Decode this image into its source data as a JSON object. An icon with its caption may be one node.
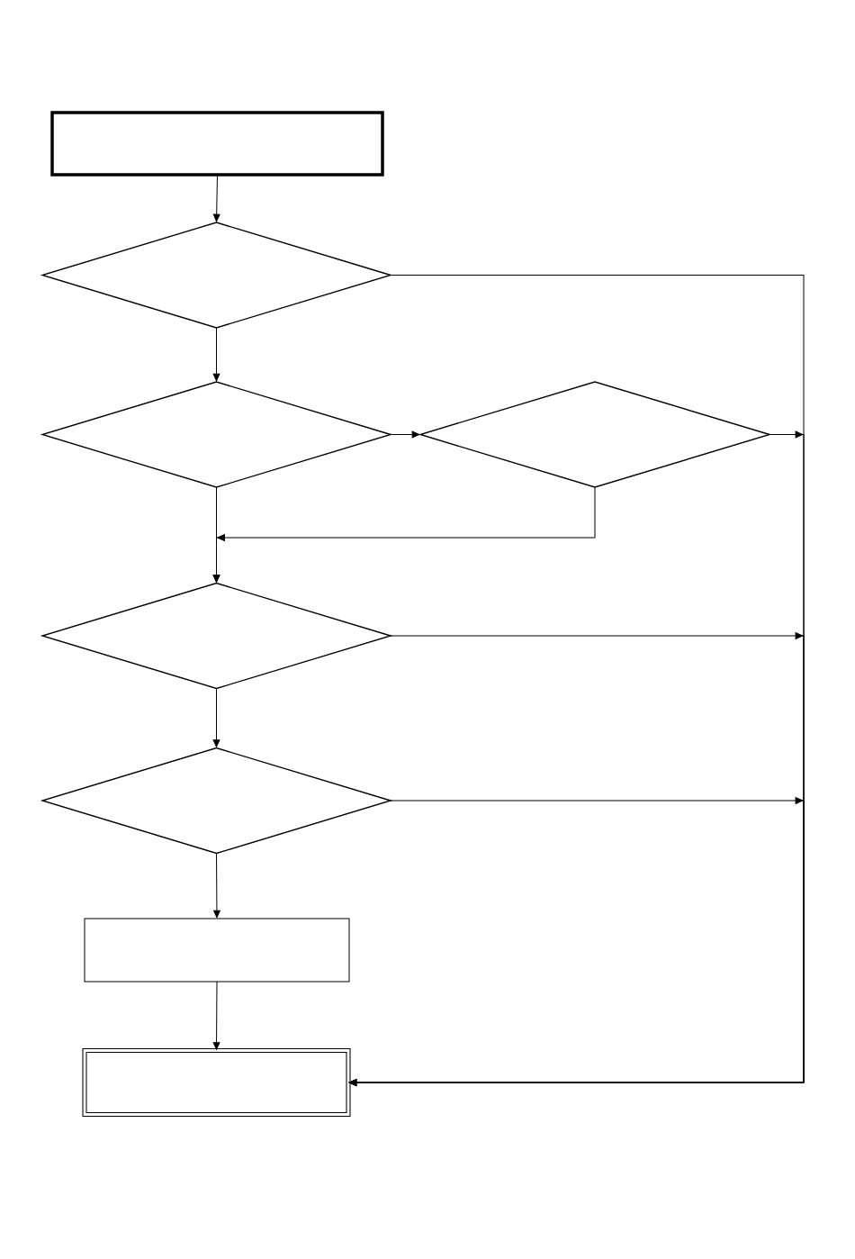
{
  "diagram": {
    "nodes": [
      {
        "text": [],
        "shape": "box"
      },
      {
        "text": [],
        "shape": "diamond"
      },
      {
        "text": [],
        "shape": "diamond"
      },
      {
        "text": [],
        "shape": "diamond"
      },
      {
        "text": [],
        "shape": "diamond"
      },
      {
        "text": [],
        "shape": "diamond"
      },
      {
        "text": [],
        "shape": "box"
      },
      {
        "text": [],
        "shape": "box"
      }
    ],
    "edges": [
      {
        "from": 0,
        "to": 1,
        "arrow": "to"
      },
      {
        "from": 1,
        "to": 2,
        "arrow": "to"
      },
      {
        "from": 1,
        "to": 7,
        "arrow": "to"
      },
      {
        "from": 2,
        "to": 3,
        "arrow": "to"
      },
      {
        "from": 2,
        "to": 4,
        "arrow": "to"
      },
      {
        "from": 3,
        "to": 7,
        "arrow": "to"
      },
      {
        "from": 3,
        "to": 4,
        "arrow": "to"
      },
      {
        "from": 4,
        "to": 5,
        "arrow": "to"
      },
      {
        "from": 4,
        "to": 7,
        "arrow": "to"
      },
      {
        "from": 5,
        "to": 6,
        "arrow": "to"
      },
      {
        "from": 5,
        "to": 7,
        "arrow": "to"
      },
      {
        "from": 6,
        "to": 7,
        "arrow": "to"
      }
    ]
  }
}
